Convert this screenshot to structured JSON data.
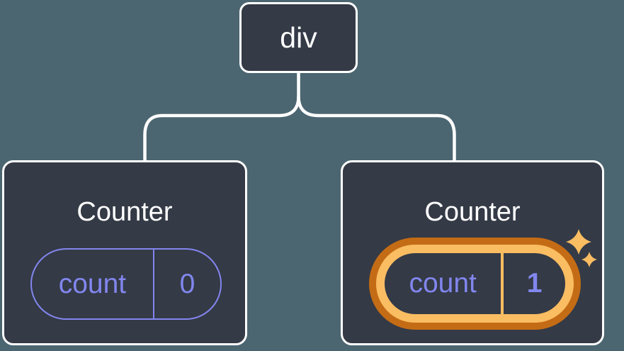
{
  "tree": {
    "root": {
      "label": "div"
    },
    "children": [
      {
        "title": "Counter",
        "state": {
          "key": "count",
          "value": "0"
        },
        "highlighted": false
      },
      {
        "title": "Counter",
        "state": {
          "key": "count",
          "value": "1"
        },
        "highlighted": true,
        "decoration": "sparkles"
      }
    ]
  },
  "colors": {
    "background": "#4c6671",
    "node_fill": "#343a46",
    "node_border": "#ffffff",
    "connector": "#ffffff",
    "state_accent": "#8286ee",
    "highlight_outer": "#c46c15",
    "highlight_inner": "#fabd62",
    "title_text": "#ffffff"
  }
}
